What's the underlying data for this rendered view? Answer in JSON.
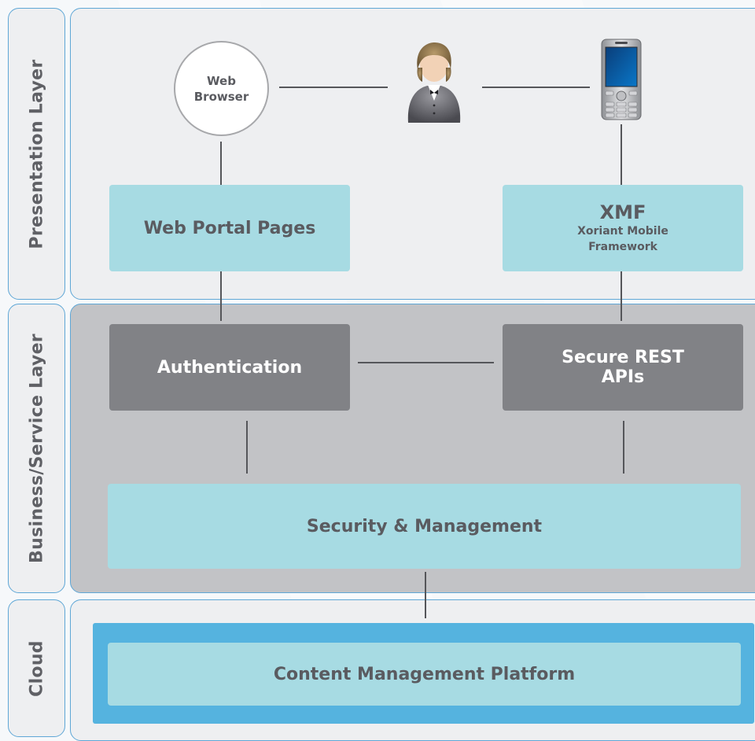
{
  "layers": {
    "presentation": "Presentation Layer",
    "business": "Business/Service Layer",
    "cloud": "Cloud"
  },
  "nodes": {
    "web_browser": {
      "line1": "Web",
      "line2": "Browser"
    },
    "web_portal": "Web Portal Pages",
    "xmf": {
      "title": "XMF",
      "line1": "Xoriant Mobile",
      "line2": "Framework"
    },
    "authentication": "Authentication",
    "secure_rest": {
      "line1": "Secure REST",
      "line2": "APIs"
    },
    "security": "Security & Management",
    "cms": "Content Management Platform"
  },
  "icons": {
    "user": "user-icon",
    "phone": "mobile-phone-icon"
  },
  "colors": {
    "panel_border": "#5fa7d6",
    "light_box": "#a7dbe3",
    "dark_box": "#818286",
    "cloud_blue": "#55b3df",
    "business_bg": "#c2c3c6"
  }
}
